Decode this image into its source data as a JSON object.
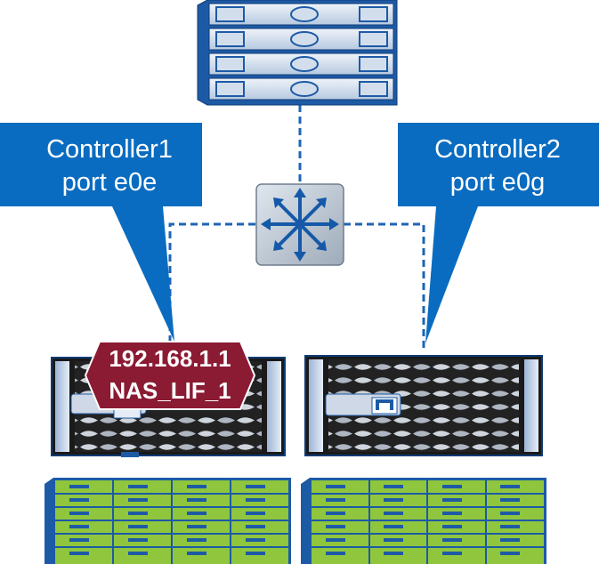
{
  "callouts": {
    "left": {
      "line1": "Controller1",
      "line2": "port e0e"
    },
    "right": {
      "line1": "Controller2",
      "line2": "port e0g"
    }
  },
  "lif": {
    "ip": "192.168.1.1",
    "name": "NAS_LIF_1"
  },
  "colors": {
    "callout_blue": "#0a6cc0",
    "lif_badge": "#8b1a33",
    "link_dashed": "#1e64b4",
    "server_blue": "#1d5aa6",
    "disk_green": "#8fc63d",
    "controller_dark": "#1a1a1a"
  },
  "icons": {
    "server": "rack-server-icon",
    "switch": "network-switch-icon",
    "controller": "storage-controller-icon",
    "shelf": "disk-shelf-icon"
  }
}
